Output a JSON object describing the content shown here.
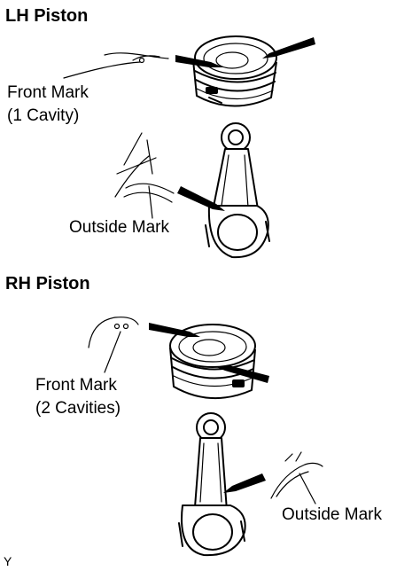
{
  "lh_section": {
    "heading": "LH Piston",
    "front_mark_line1": "Front Mark",
    "front_mark_line2": "(1 Cavity)",
    "outside_mark": "Outside Mark"
  },
  "rh_section": {
    "heading": "RH Piston",
    "front_mark_line1": "Front Mark",
    "front_mark_line2": "(2 Cavities)",
    "outside_mark": "Outside Mark"
  },
  "corner_code": "Y",
  "colors": {
    "ink": "#000000",
    "paper": "#ffffff"
  }
}
